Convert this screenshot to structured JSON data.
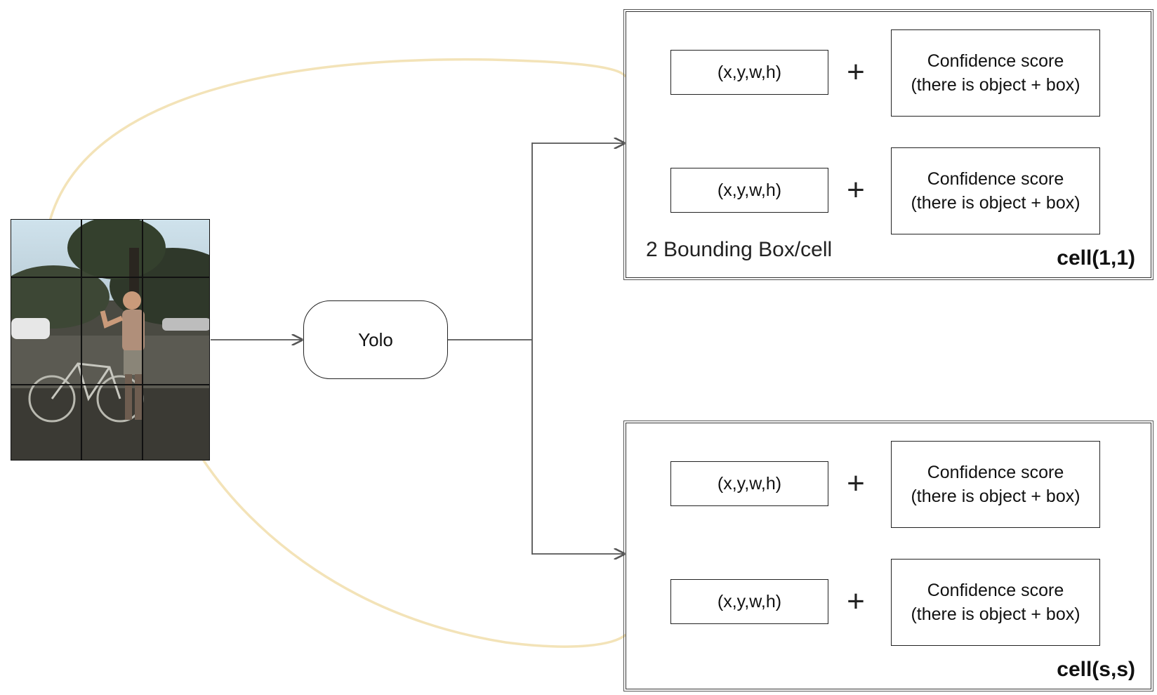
{
  "yolo": {
    "label": "Yolo"
  },
  "cells": [
    {
      "id": "cell-1-1",
      "label": "cell(1,1)",
      "note": "2 Bounding Box/cell",
      "boxes": [
        {
          "coords": "(x,y,w,h)",
          "plus": "+",
          "conf_line1": "Confidence score",
          "conf_line2": "(there is object + box)"
        },
        {
          "coords": "(x,y,w,h)",
          "plus": "+",
          "conf_line1": "Confidence score",
          "conf_line2": "(there is object + box)"
        }
      ]
    },
    {
      "id": "cell-s-s",
      "label": "cell(s,s)",
      "note": "",
      "boxes": [
        {
          "coords": "(x,y,w,h)",
          "plus": "+",
          "conf_line1": "Confidence score",
          "conf_line2": "(there is object + box)"
        },
        {
          "coords": "(x,y,w,h)",
          "plus": "+",
          "conf_line1": "Confidence score",
          "conf_line2": "(there is object + box)"
        }
      ]
    }
  ],
  "colors": {
    "connector": "#555555",
    "highlight_curve": "#f3e3b8",
    "grid_lines": "#111111"
  },
  "icons": {
    "input_image": "photo-of-person-with-bicycle"
  }
}
